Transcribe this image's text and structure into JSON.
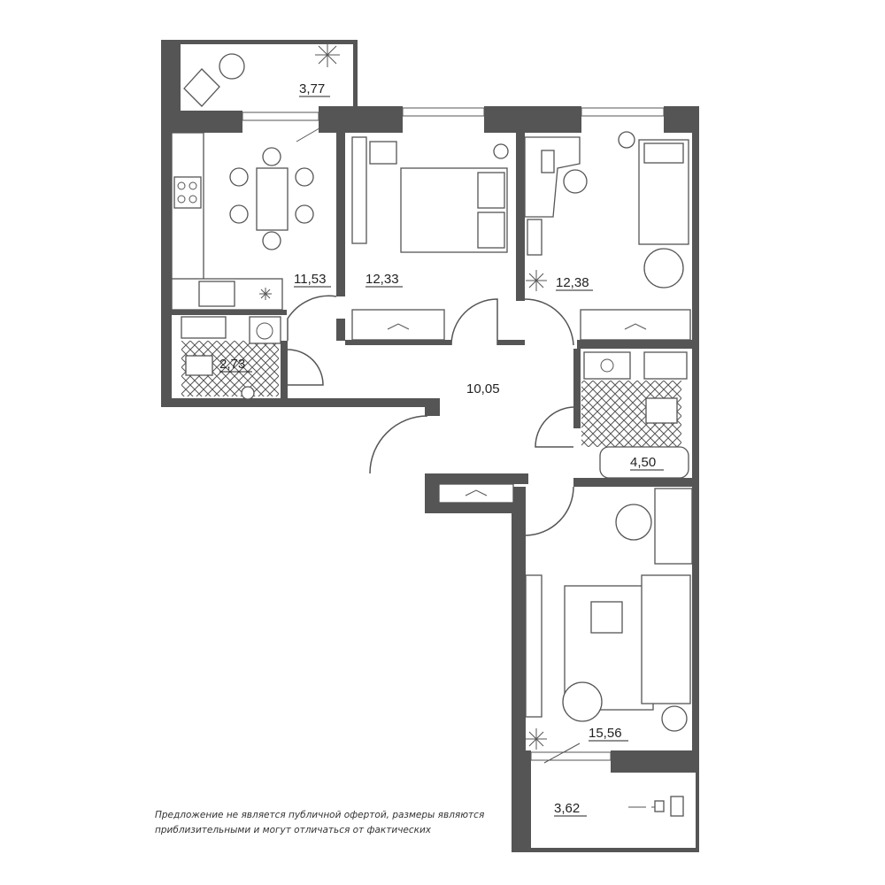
{
  "rooms": {
    "balcony_top": "3,77",
    "kitchen": "11,53",
    "bedroom_middle": "12,33",
    "bedroom_right": "12,38",
    "wc": "2,73",
    "hallway": "10,05",
    "bathroom": "4,50",
    "living_room": "15,56",
    "balcony_bottom": "3,62"
  },
  "disclaimer": {
    "line1": "Предложение не является публичной офертой, размеры являются",
    "line2": "приблизительными и могут отличаться от фактических"
  },
  "colors": {
    "walls": "#555555",
    "text": "#222222",
    "background": "#ffffff"
  }
}
